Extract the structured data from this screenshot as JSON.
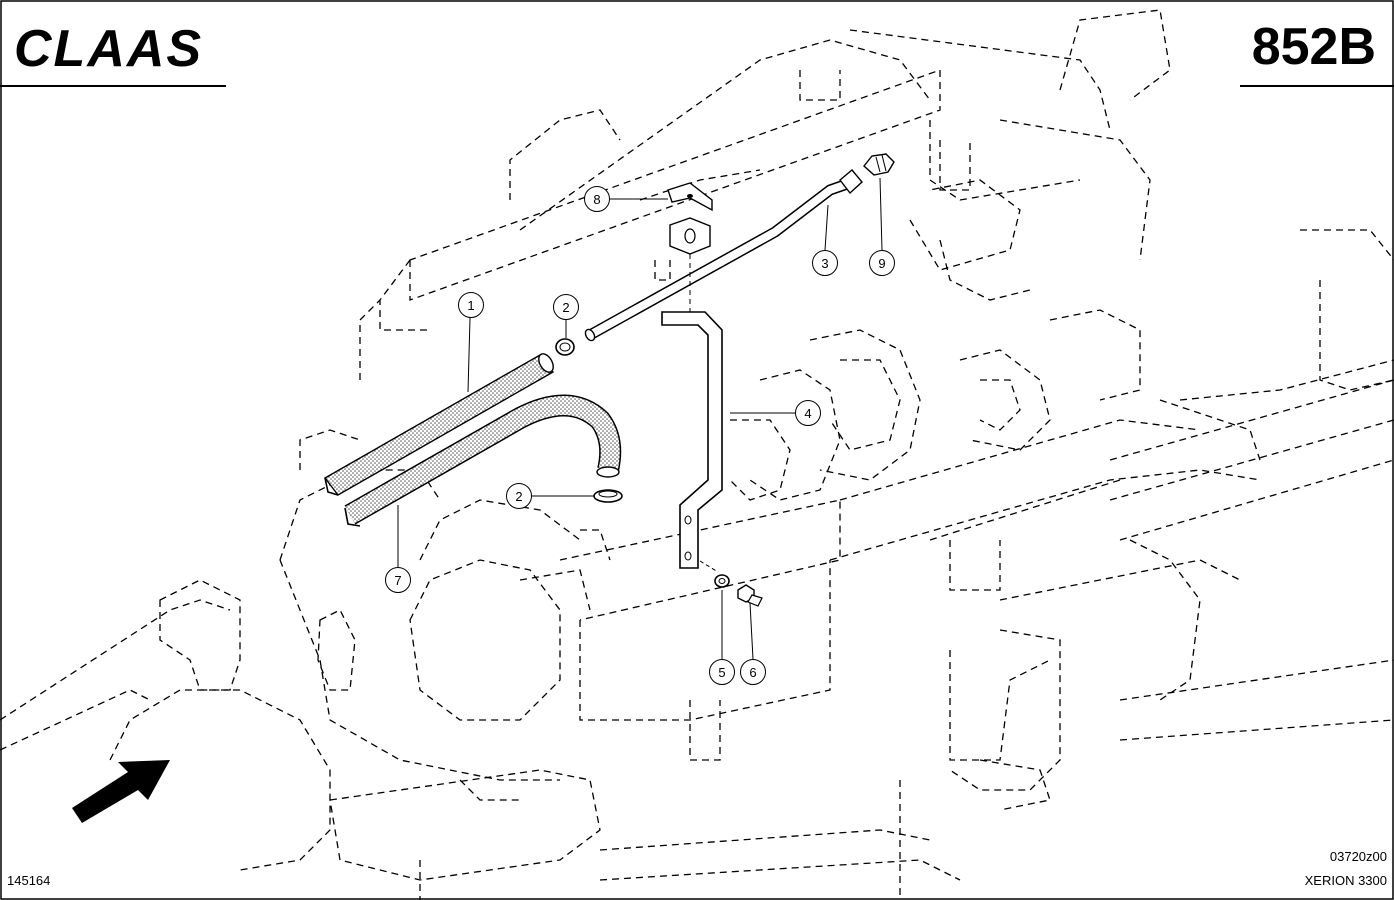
{
  "header": {
    "brand": "CLAAS",
    "page_number": "852B"
  },
  "footer": {
    "image_number": "145164",
    "drawing_number": "03720z00",
    "model": "XERION 3300"
  },
  "callouts": [
    {
      "id": "c1",
      "label": "1"
    },
    {
      "id": "c2a",
      "label": "2"
    },
    {
      "id": "c2b",
      "label": "2"
    },
    {
      "id": "c3",
      "label": "3"
    },
    {
      "id": "c4",
      "label": "4"
    },
    {
      "id": "c5",
      "label": "5"
    },
    {
      "id": "c6",
      "label": "6"
    },
    {
      "id": "c7",
      "label": "7"
    },
    {
      "id": "c8",
      "label": "8"
    },
    {
      "id": "c9",
      "label": "9"
    }
  ],
  "colors": {
    "line": "#000000",
    "background": "#ffffff",
    "hose_fill": "#cfcfcf"
  }
}
